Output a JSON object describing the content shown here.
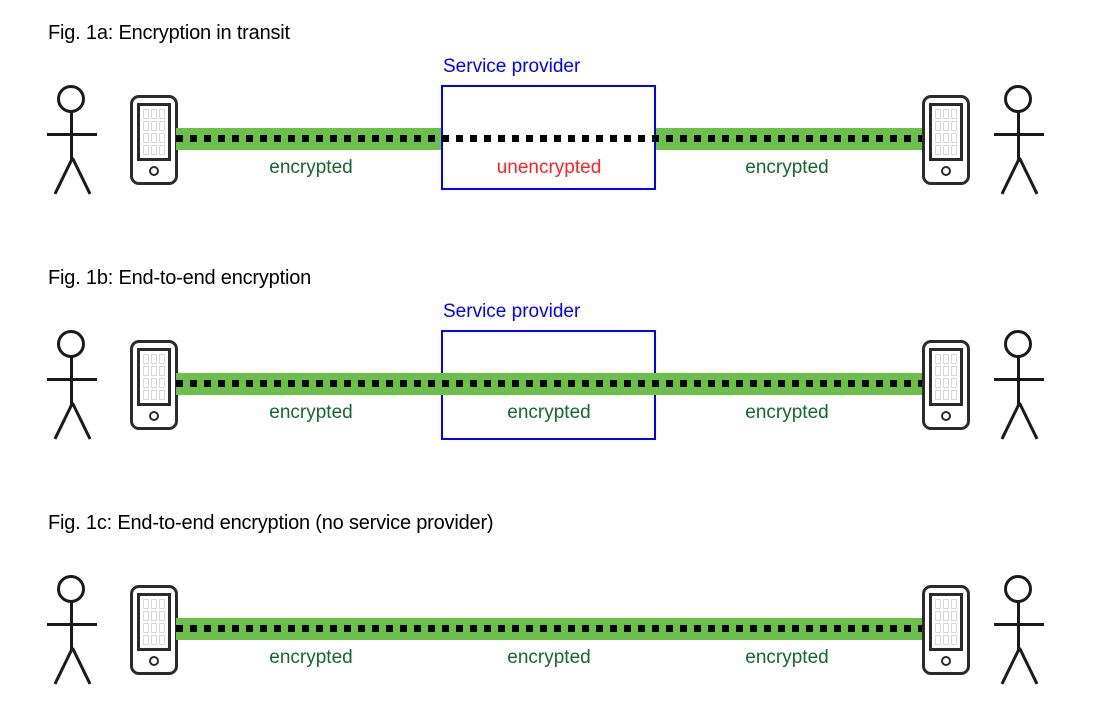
{
  "figures": [
    {
      "id": "fig-1a",
      "title": "Fig. 1a: Encryption in transit",
      "service_provider": {
        "label": "Service provider",
        "present": true,
        "channel_state": "unencrypted"
      },
      "segments": [
        {
          "label": "encrypted",
          "state": "encrypted"
        },
        {
          "label": "unencrypted",
          "state": "unencrypted"
        },
        {
          "label": "encrypted",
          "state": "encrypted"
        }
      ],
      "endpoints": [
        {
          "person": "user-left",
          "device": "phone-left"
        },
        {
          "person": "user-right",
          "device": "phone-right"
        }
      ]
    },
    {
      "id": "fig-1b",
      "title": "Fig. 1b: End-to-end encryption",
      "service_provider": {
        "label": "Service provider",
        "present": true,
        "channel_state": "encrypted"
      },
      "segments": [
        {
          "label": "encrypted",
          "state": "encrypted"
        },
        {
          "label": "encrypted",
          "state": "encrypted"
        },
        {
          "label": "encrypted",
          "state": "encrypted"
        }
      ],
      "endpoints": [
        {
          "person": "user-left",
          "device": "phone-left"
        },
        {
          "person": "user-right",
          "device": "phone-right"
        }
      ]
    },
    {
      "id": "fig-1c",
      "title": "Fig. 1c: End-to-end encryption (no service provider)",
      "service_provider": {
        "label": "",
        "present": false,
        "channel_state": "encrypted"
      },
      "segments": [
        {
          "label": "encrypted",
          "state": "encrypted"
        },
        {
          "label": "encrypted",
          "state": "encrypted"
        },
        {
          "label": "encrypted",
          "state": "encrypted"
        }
      ],
      "endpoints": [
        {
          "person": "user-left",
          "device": "phone-left"
        },
        {
          "person": "user-right",
          "device": "phone-right"
        }
      ]
    }
  ],
  "colors": {
    "encrypted_channel": "#6cc04a",
    "encrypted_text": "#16672f",
    "unencrypted_text": "#ff2424",
    "service_provider": "#0000ff",
    "line": "#000000",
    "background": "#ffffff"
  }
}
